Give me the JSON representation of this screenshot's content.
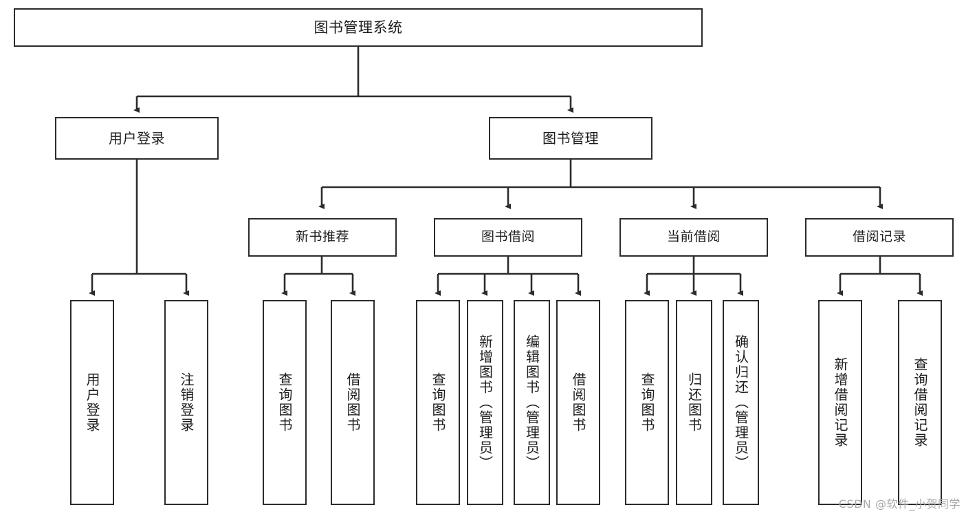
{
  "diagram": {
    "title": "图书管理系统",
    "type": "tree",
    "watermark": "CSDN @软件_小贺同学",
    "colors": {
      "box_border": "#2b2b2b",
      "box_fill": "#ffffff",
      "edge": "#2b2b2b",
      "background": "#ffffff",
      "watermark": "#a8a8a8"
    }
  },
  "nodes": {
    "root": {
      "label": "图书管理系统"
    },
    "level1": [
      {
        "label": "用户登录"
      },
      {
        "label": "图书管理"
      }
    ],
    "level2": [
      {
        "label": "新书推荐"
      },
      {
        "label": "图书借阅"
      },
      {
        "label": "当前借阅"
      },
      {
        "label": "借阅记录"
      }
    ],
    "leaves": {
      "user_login": [
        {
          "label": "用户登录"
        },
        {
          "label": "注销登录"
        }
      ],
      "new_book": [
        {
          "label": "查询图书"
        },
        {
          "label": "借阅图书"
        }
      ],
      "book_borrow": [
        {
          "label": "查询图书"
        },
        {
          "label": "新增图书（管理员）"
        },
        {
          "label": "编辑图书（管理员）"
        },
        {
          "label": "借阅图书"
        }
      ],
      "current_borrow": [
        {
          "label": "查询图书"
        },
        {
          "label": "归还图书"
        },
        {
          "label": "确认归还（管理员）"
        }
      ],
      "borrow_record": [
        {
          "label": "新增借阅记录"
        },
        {
          "label": "查询借阅记录"
        }
      ]
    }
  }
}
